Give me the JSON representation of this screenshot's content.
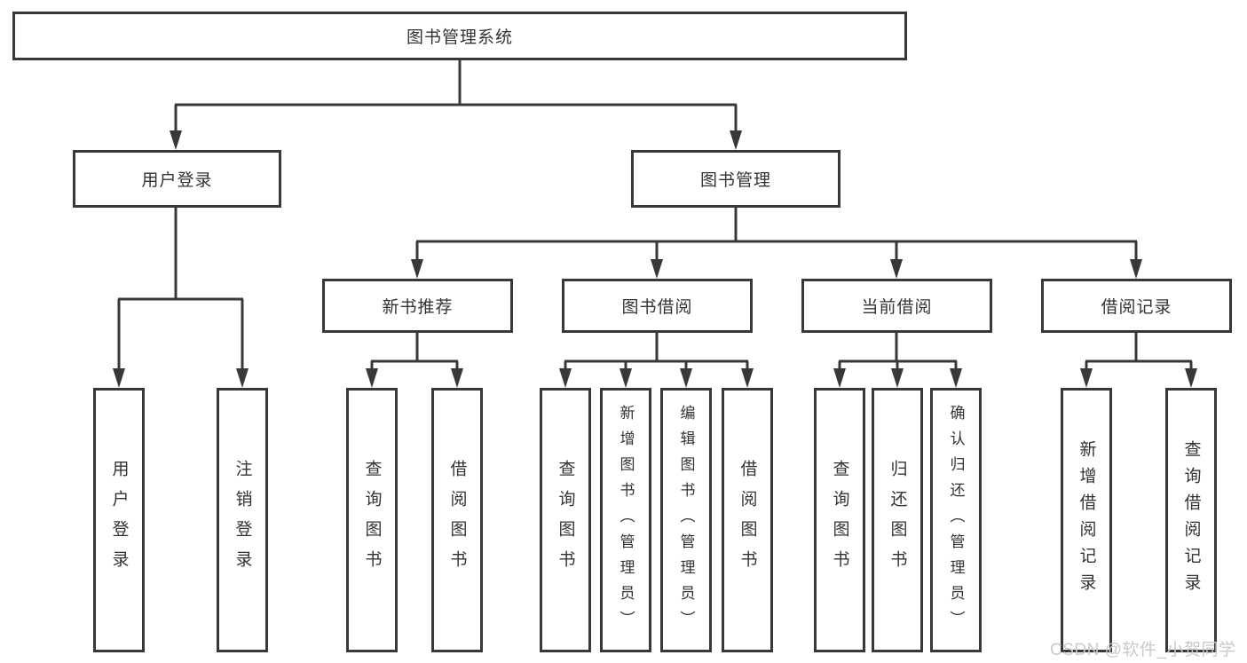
{
  "tree": {
    "label": "图书管理系统",
    "children": [
      {
        "label": "用户登录",
        "children": [
          {
            "label": "用户登录"
          },
          {
            "label": "注销登录"
          }
        ]
      },
      {
        "label": "图书管理",
        "children": [
          {
            "label": "新书推荐",
            "children": [
              {
                "label": "查询图书"
              },
              {
                "label": "借阅图书"
              }
            ]
          },
          {
            "label": "图书借阅",
            "children": [
              {
                "label": "查询图书"
              },
              {
                "label": "新增图书（管理员）"
              },
              {
                "label": "编辑图书（管理员）"
              },
              {
                "label": "借阅图书"
              }
            ]
          },
          {
            "label": "当前借阅",
            "children": [
              {
                "label": "查询图书"
              },
              {
                "label": "归还图书"
              },
              {
                "label": "确认归还（管理员）"
              }
            ]
          },
          {
            "label": "借阅记录",
            "children": [
              {
                "label": "新增借阅记录"
              },
              {
                "label": "查询借阅记录"
              }
            ]
          }
        ]
      }
    ]
  },
  "watermark": "CSDN @软件_小贺同学",
  "colors": {
    "line": "#383838",
    "text": "#333333",
    "background": "#ffffff",
    "watermark": "#c9c9c9"
  }
}
